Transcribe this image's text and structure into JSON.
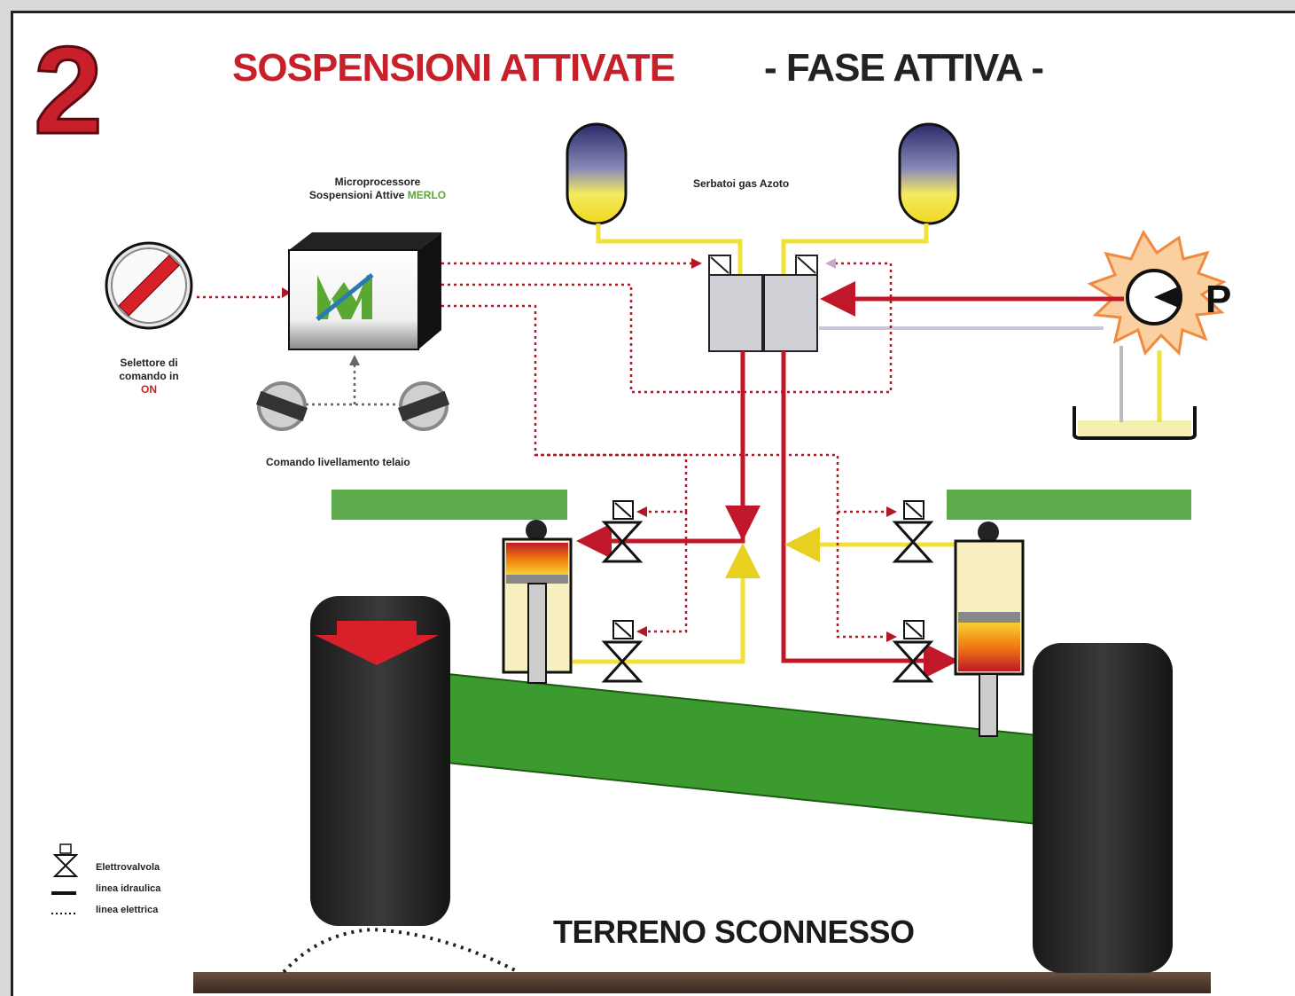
{
  "step_number": "2",
  "title": {
    "main": "SOSPENSIONI ATTIVATE",
    "sub": " - FASE ATTIVA -"
  },
  "labels": {
    "microprocessor_line1": "Microprocessore",
    "microprocessor_line2": "Sospensioni Attive",
    "microprocessor_brand": "MERLO",
    "tanks": "Serbatoi gas Azoto",
    "selector_line1": "Selettore di",
    "selector_line2": "comando in",
    "selector_state": "ON",
    "leveling": "Comando livellamento telaio",
    "pump": "P",
    "terrain": "TERRENO SCONNESSO"
  },
  "legend": [
    {
      "icon": "valve-icon",
      "label": "Elettrovalvola"
    },
    {
      "icon": "solid-line-icon",
      "label": "linea idraulica"
    },
    {
      "icon": "dotted-line-icon",
      "label": "linea elettrica"
    }
  ],
  "colors": {
    "title_red": "#c8202a",
    "hydraulic_red": "#c0182a",
    "hydraulic_yellow": "#f2e03a",
    "frame_green": "#3f9b2c",
    "axle_green": "#3c9b2e",
    "merlo_green": "#5aa832"
  }
}
